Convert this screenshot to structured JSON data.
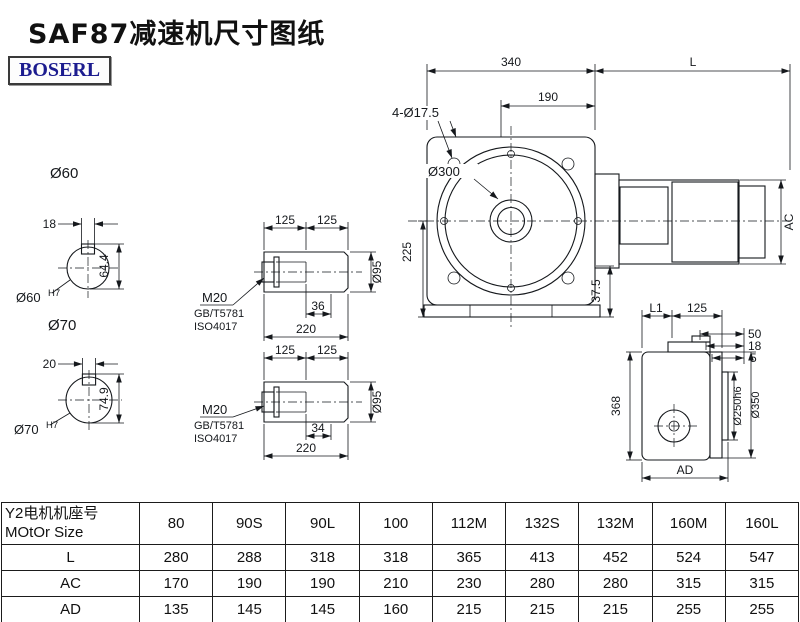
{
  "title": "SAF87减速机尺寸图纸",
  "logo": "BOSERL",
  "views": {
    "shaft_end_top": {
      "label": "Ø60",
      "key_width": "18",
      "height": "64.4",
      "bore": "Ø60",
      "bore_tol": "H7"
    },
    "shaft_end_bottom": {
      "label": "Ø70",
      "key_width": "20",
      "height": "74.9",
      "bore": "Ø70",
      "bore_tol": "H7"
    },
    "shaft_side_top": {
      "dim_left": "125",
      "dim_right": "125",
      "thread": "M20",
      "std1": "GB/T5781",
      "std2": "ISO4017",
      "bore_depth": "36",
      "length": "220",
      "diameter": "Ø95"
    },
    "shaft_side_bottom": {
      "dim_left": "125",
      "dim_right": "125",
      "thread": "M20",
      "std1": "GB/T5781",
      "std2": "ISO4017",
      "bore_depth": "34",
      "length": "220",
      "diameter": "Ø95"
    },
    "front": {
      "width": "340",
      "motor_length": "L",
      "flange_width": "190",
      "bolt_holes": "4-Ø17.5",
      "flange_dia": "Ø300",
      "center_height": "225",
      "base_height": "37.5",
      "motor_height": "AC"
    },
    "side": {
      "dim_l1": "L1",
      "dim_top": "125",
      "dim_50": "50",
      "dim_18": "18",
      "dim_5": "5",
      "height": "368",
      "spigot_dia": "Ø250h6",
      "flange_dia": "Ø350",
      "width": "AD"
    }
  },
  "table": {
    "header_cn": "Y2电机机座号",
    "header_en": "MOtOr Size",
    "sizes": [
      "80",
      "90S",
      "90L",
      "100",
      "112M",
      "132S",
      "132M",
      "160M",
      "160L"
    ],
    "rows": [
      {
        "label": "L",
        "values": [
          "280",
          "288",
          "318",
          "318",
          "365",
          "413",
          "452",
          "524",
          "547"
        ]
      },
      {
        "label": "AC",
        "values": [
          "170",
          "190",
          "190",
          "210",
          "230",
          "280",
          "280",
          "315",
          "315"
        ]
      },
      {
        "label": "AD",
        "values": [
          "135",
          "145",
          "145",
          "160",
          "215",
          "215",
          "215",
          "255",
          "255"
        ]
      }
    ]
  }
}
